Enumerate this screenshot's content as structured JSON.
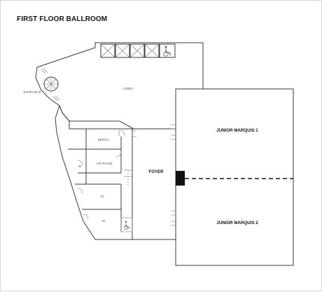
{
  "title": "FIRST FLOOR BALLROOM",
  "rooms": {
    "lobby": "LOBBY",
    "entrance": "ENTRANCE",
    "bridal": "BRIDAL",
    "vip_room": "VIP ROOM",
    "foyer": "FOYER",
    "junior_marquis_1": "JUNIOR MARQUIS 1",
    "junior_marquis_2": "JUNIOR MARQUIS 2",
    "women_1": "W",
    "men": "M",
    "women_2": "W"
  },
  "icons": {
    "elevator": "elevator-icon",
    "accessible": "wheelchair-icon"
  },
  "colors": {
    "walls": "#3a3a3a",
    "partition": "#111111",
    "background": "#ffffff"
  }
}
